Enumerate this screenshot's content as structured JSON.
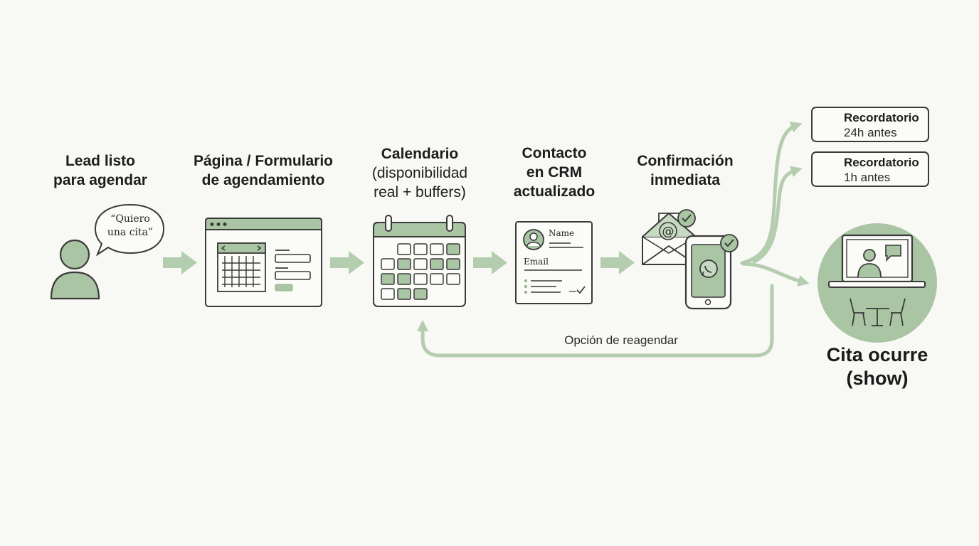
{
  "stages": [
    {
      "id": "lead",
      "title_lines": [
        "Lead listo",
        "para agendar"
      ],
      "icon": "person-icon"
    },
    {
      "id": "form",
      "title_lines": [
        "Página / Formulario",
        "de agendamiento"
      ],
      "icon": "booking-form-icon"
    },
    {
      "id": "calendar",
      "title_lines": [
        "Calendario"
      ],
      "subtitle_lines": [
        "(disponibilidad",
        "real + buffers)"
      ],
      "icon": "calendar-icon"
    },
    {
      "id": "crm",
      "title_lines": [
        "Contacto",
        "en CRM",
        "actualizado"
      ],
      "icon": "contact-card-icon"
    },
    {
      "id": "confirm",
      "title_lines": [
        "Confirmación",
        "inmediata"
      ],
      "icon": "email-phone-icon"
    }
  ],
  "speech_bubble": {
    "lines": [
      "“Quiero",
      "una cita”"
    ]
  },
  "crm_card": {
    "name_label": "Name",
    "email_label": "Email"
  },
  "reminders": [
    {
      "title": "Recordatorio",
      "subtitle": "24h antes",
      "icon": "alarm-clock-icon"
    },
    {
      "title": "Recordatorio",
      "subtitle": "1h antes",
      "icon": "alarm-clock-icon"
    }
  ],
  "reschedule_label": "Opción de reagendar",
  "final": {
    "title_lines": [
      "Cita ocurre",
      "(show)"
    ],
    "icon": "video-meeting-icon"
  },
  "colors": {
    "accent": "#a9c5a3",
    "accent_dark": "#8fb08a",
    "accent_light": "#c6d9c1",
    "ink": "#3a3a3a",
    "background": "#f8f8f5"
  }
}
